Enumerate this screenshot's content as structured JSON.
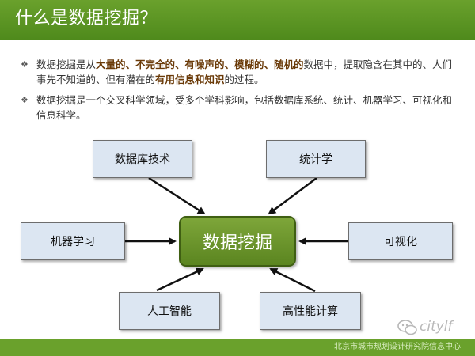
{
  "header": {
    "title": "什么是数据挖掘？"
  },
  "bullets": [
    {
      "parts": [
        {
          "text": "数据挖掘是从",
          "em": false
        },
        {
          "text": "大量的、不完全的、有噪声的、模糊的、随机的",
          "em": true
        },
        {
          "text": "数据中，提取隐含在其中的、人们事先不知道的、但有潜在的",
          "em": false
        },
        {
          "text": "有用信息和知识",
          "em": true
        },
        {
          "text": "的过程。",
          "em": false
        }
      ]
    },
    {
      "parts": [
        {
          "text": "数据挖掘是一个交叉科学领域，受多个学科影响，包括数据库系统、统计、机器学习、可视化和信息科学。",
          "em": false
        }
      ]
    }
  ],
  "diagram": {
    "center": "数据挖掘",
    "nodes": [
      {
        "id": "database",
        "label": "数据库技术"
      },
      {
        "id": "statistics",
        "label": "统计学"
      },
      {
        "id": "machine-learning",
        "label": "机器学习"
      },
      {
        "id": "visualization",
        "label": "可视化"
      },
      {
        "id": "ai",
        "label": "人工智能"
      },
      {
        "id": "hpc",
        "label": "高性能计算"
      }
    ]
  },
  "watermark": {
    "text": "citylf"
  },
  "footer": {
    "text": "北京市城市规划设计研究院信息中心"
  },
  "colors": {
    "header_green": "#5b9423",
    "node_fill": "#dce6f2",
    "center_green": "#6b9530",
    "arrow": "#111111"
  }
}
